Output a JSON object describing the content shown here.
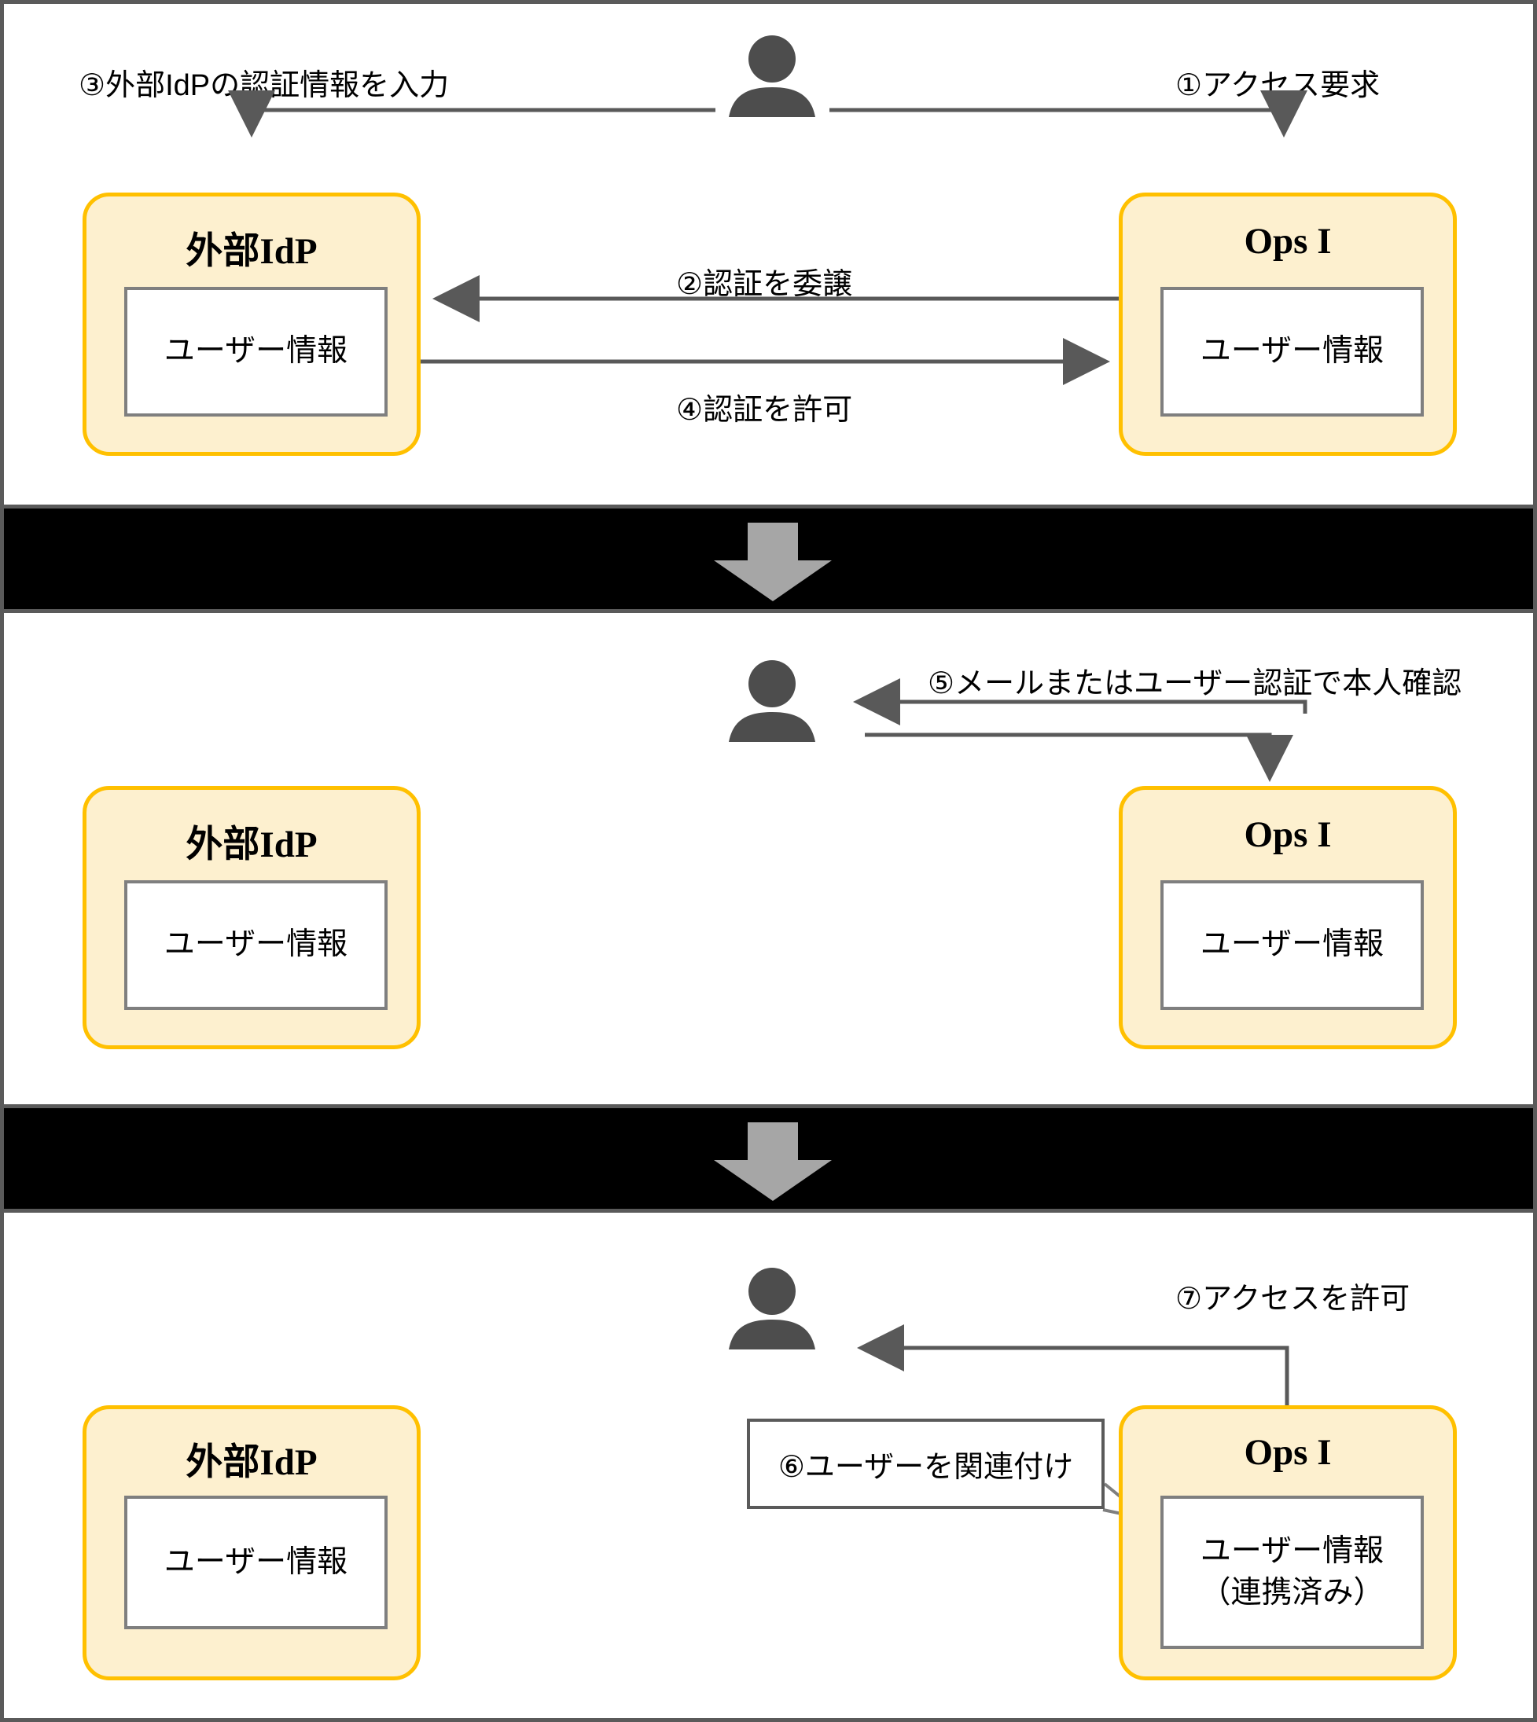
{
  "diagram": {
    "title_text": "",
    "colors": {
      "box_fill": "#FDF0CF",
      "box_border": "#FFC000",
      "inner_border": "#7f7f7f",
      "connector": "#595959",
      "person": "#4d4d4d",
      "band_background": "#000000",
      "band_arrow": "#a6a6a6",
      "page_border": "#5a5a5a"
    }
  },
  "panels": [
    {
      "id": "panel-1",
      "person_name": "user-icon",
      "boxes": [
        {
          "id": "external-idp",
          "title": "外部IdP",
          "card_lines": [
            "ユーザー情報"
          ]
        },
        {
          "id": "ops-i",
          "title": "Ops I",
          "card_lines": [
            "ユーザー情報"
          ]
        }
      ],
      "steps": [
        {
          "id": "step-3",
          "label": "③外部IdPの認証情報を入力"
        },
        {
          "id": "step-1",
          "label": "①アクセス要求"
        },
        {
          "id": "step-2",
          "label": "②認証を委譲"
        },
        {
          "id": "step-4",
          "label": "④認証を許可"
        }
      ]
    },
    {
      "id": "panel-2",
      "person_name": "user-icon",
      "boxes": [
        {
          "id": "external-idp",
          "title": "外部IdP",
          "card_lines": [
            "ユーザー情報"
          ]
        },
        {
          "id": "ops-i",
          "title": "Ops I",
          "card_lines": [
            "ユーザー情報"
          ]
        }
      ],
      "steps": [
        {
          "id": "step-5",
          "label": "⑤メールまたはユーザー認証で本人確認"
        }
      ]
    },
    {
      "id": "panel-3",
      "person_name": "user-icon",
      "boxes": [
        {
          "id": "external-idp",
          "title": "外部IdP",
          "card_lines": [
            "ユーザー情報"
          ]
        },
        {
          "id": "ops-i",
          "title": "Ops I",
          "card_lines": [
            "ユーザー情報",
            "（連携済み）"
          ]
        }
      ],
      "steps": [
        {
          "id": "step-7",
          "label": "⑦アクセスを許可"
        },
        {
          "id": "step-6",
          "label": "⑥ユーザーを関連付け"
        }
      ]
    }
  ],
  "dividers": [
    {
      "id": "divider-1",
      "arrow_name": "down-arrow-icon"
    },
    {
      "id": "divider-2",
      "arrow_name": "down-arrow-icon"
    }
  ]
}
